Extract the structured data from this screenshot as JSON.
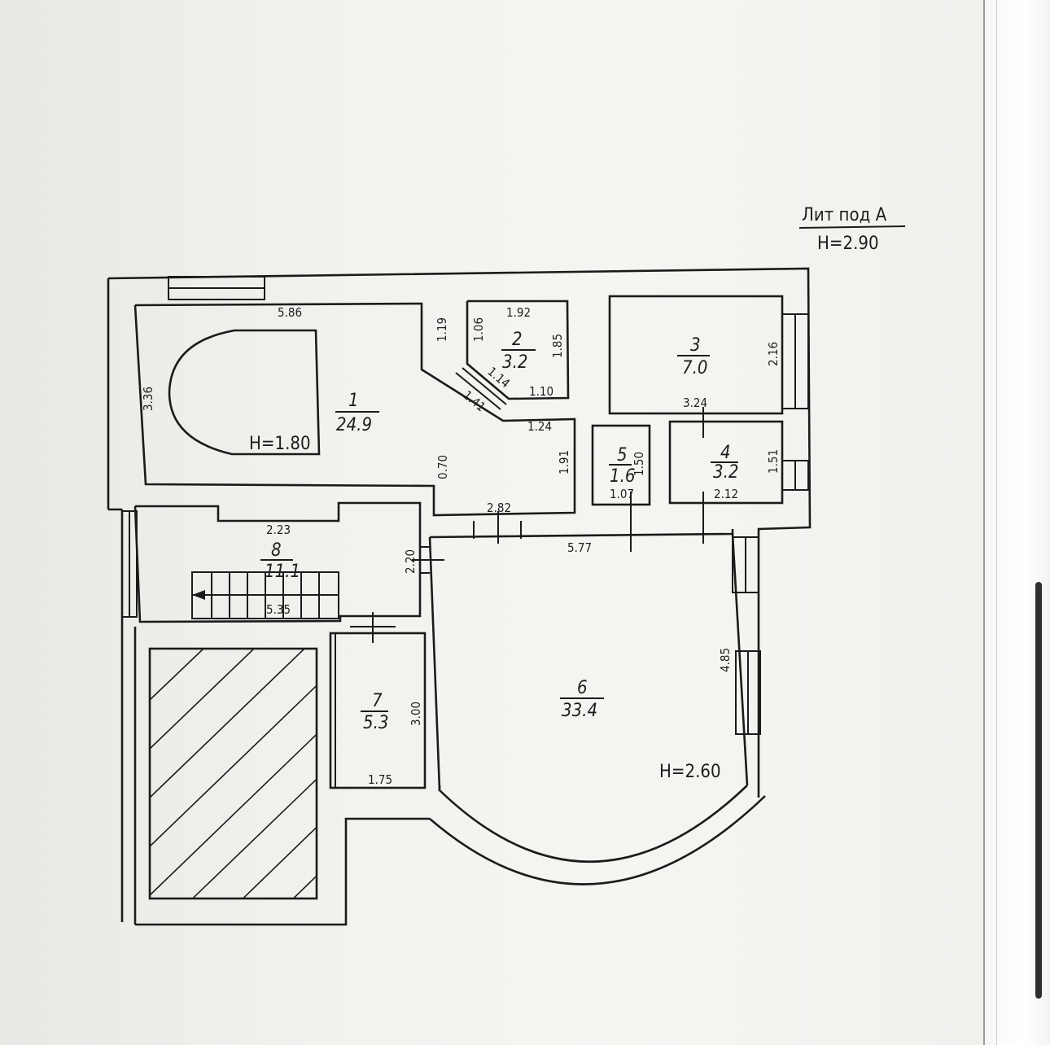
{
  "title": {
    "line1": "Лит под А",
    "line2": "H=2.90"
  },
  "rooms": {
    "r1": {
      "number": "1",
      "area": "24.9"
    },
    "r2": {
      "number": "2",
      "area": "3.2"
    },
    "r3": {
      "number": "3",
      "area": "7.0"
    },
    "r4": {
      "number": "4",
      "area": "3.2"
    },
    "r5": {
      "number": "5",
      "area": "1.6"
    },
    "r6": {
      "number": "6",
      "area": "33.4"
    },
    "r7": {
      "number": "7",
      "area": "5.3"
    },
    "r8": {
      "number": "8",
      "area": "11.1"
    }
  },
  "heights": {
    "h1": "H=1.80",
    "h6": "H=2.60"
  },
  "dimensions": {
    "d586": "5.86",
    "d336": "3.36",
    "d119": "1.19",
    "d106": "1.06",
    "d192": "1.92",
    "d185": "1.85",
    "d114": "1.14",
    "d141": "1.41",
    "d110": "1.10",
    "d124": "1.24",
    "d191": "1.91",
    "d070": "0.70",
    "d282": "2.82",
    "d216": "2.16",
    "d324": "3.24",
    "d150": "1.50",
    "d107": "1.07",
    "d151": "1.51",
    "d212": "2.12",
    "d223": "2.23",
    "d220": "2.20",
    "d577": "5.77",
    "d535": "5.35",
    "d485": "4.85",
    "d300": "3.00",
    "d175": "1.75"
  }
}
